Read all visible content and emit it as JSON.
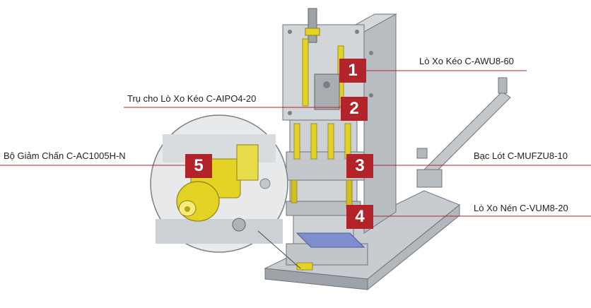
{
  "colors": {
    "accent": "#b3242a",
    "leader_line": "#b3242a",
    "metal": "#c8ccd0",
    "metal_dark": "#8e949a",
    "brass": "#e4d324",
    "label_text": "#222222"
  },
  "callouts": [
    {
      "number": "1",
      "label": "Lò Xo Kéo C-AWU8-60"
    },
    {
      "number": "2",
      "label": "Trụ cho Lò Xo Kéo C-AIPO4-20"
    },
    {
      "number": "3",
      "label": "Bạc Lót C-MUFZU8-10"
    },
    {
      "number": "4",
      "label": "Lò Xo Nén C-VUM8-20"
    },
    {
      "number": "5",
      "label": "Bộ Giảm Chấn C-AC1005H-N"
    }
  ]
}
